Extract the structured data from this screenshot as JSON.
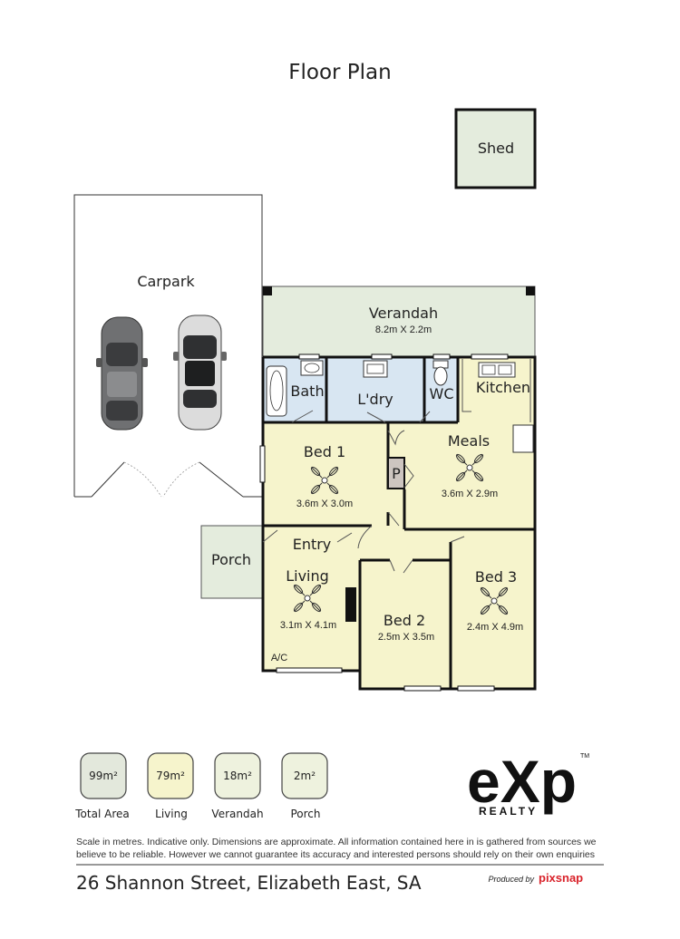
{
  "title": "Floor Plan",
  "rooms": {
    "shed": {
      "label": "Shed"
    },
    "carpark": {
      "label": "Carpark"
    },
    "verandah": {
      "label": "Verandah",
      "dims": "8.2m X 2.2m"
    },
    "bath": {
      "label": "Bath"
    },
    "laundry": {
      "label": "L'dry"
    },
    "wc": {
      "label": "WC"
    },
    "kitchen": {
      "label": "Kitchen"
    },
    "bed1": {
      "label": "Bed 1",
      "dims": "3.6m X 3.0m"
    },
    "pantry": {
      "label": "P"
    },
    "meals": {
      "label": "Meals",
      "dims": "3.6m X 2.9m"
    },
    "entry": {
      "label": "Entry"
    },
    "porch": {
      "label": "Porch"
    },
    "living": {
      "label": "Living",
      "dims": "3.1m X 4.1m",
      "ac": "A/C"
    },
    "bed2": {
      "label": "Bed 2",
      "dims": "2.5m X 3.5m"
    },
    "bed3": {
      "label": "Bed 3",
      "dims": "2.4m X 4.9m"
    }
  },
  "legend": [
    {
      "value": "99m²",
      "caption": "Total Area",
      "color": "#e3e8dc"
    },
    {
      "value": "79m²",
      "caption": "Living",
      "color": "#f6f4cc"
    },
    {
      "value": "18m²",
      "caption": "Verandah",
      "color": "#eef2de"
    },
    {
      "value": "2m²",
      "caption": "Porch",
      "color": "#eef2de"
    }
  ],
  "brand": {
    "logo": "eXp",
    "sub": "REALTY",
    "tm": "TM"
  },
  "disclaimer": {
    "line1": "Scale in metres. Indicative only. Dimensions are approximate. All information contained here in is gathered from sources we",
    "line2": "believe to be reliable. However we cannot guarantee its accuracy and interested persons should rely on their own enquiries"
  },
  "address": "26 Shannon Street, Elizabeth East, SA",
  "producer": {
    "prefix": "Produced by",
    "name": "pixsnap"
  },
  "colors": {
    "living_fill": "#f6f4cc",
    "wet_fill": "#d8e6f2",
    "outdoor_fill": "#e4ecdd",
    "pantry_fill": "#cdc5c0",
    "wall": "#111111"
  }
}
